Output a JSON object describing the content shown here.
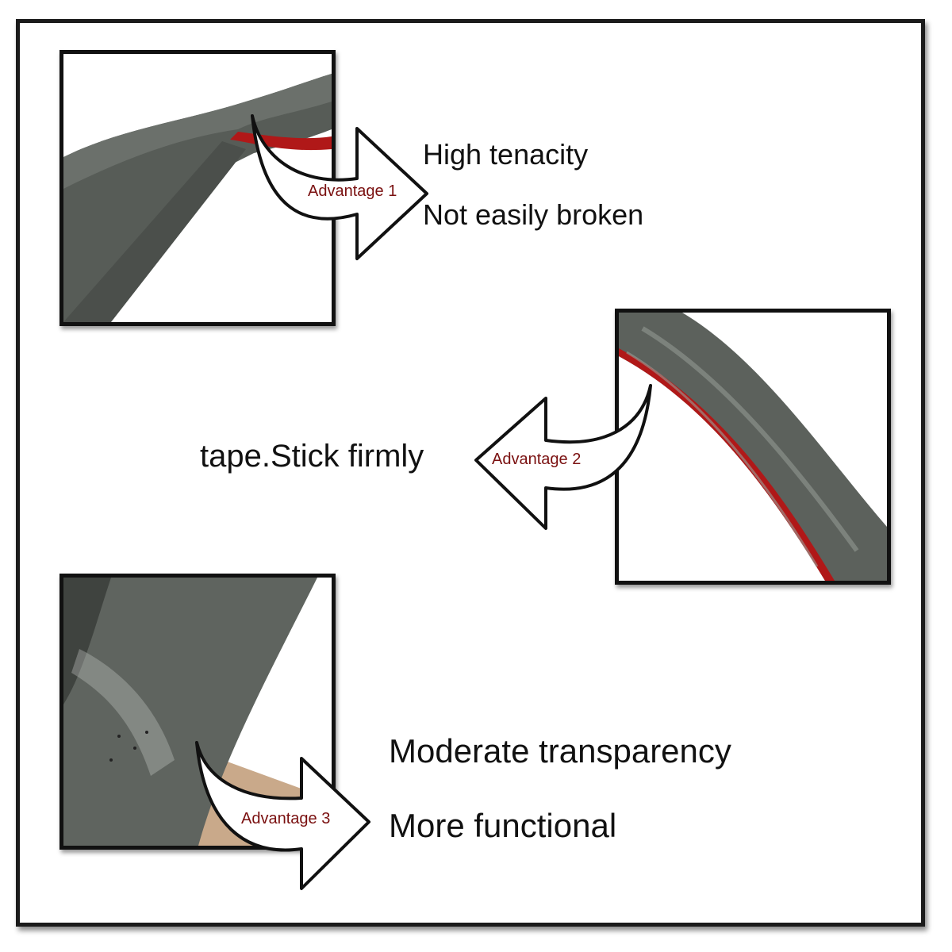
{
  "panel1": {
    "badge": "Advantage 1",
    "lines": [
      "High tenacity",
      "Not easily broken"
    ]
  },
  "panel2": {
    "badge": "Advantage 2",
    "lines": [
      "tape.Stick firmly"
    ]
  },
  "panel3": {
    "badge": "Advantage 3",
    "lines": [
      "Moderate transparency",
      "More functional"
    ]
  },
  "colors": {
    "frame": "#1b1b1b",
    "strip": "#5a5f5a",
    "adhesive_red": "#b01818",
    "backing_tan": "#c9a98a",
    "label": "#7a1010"
  }
}
